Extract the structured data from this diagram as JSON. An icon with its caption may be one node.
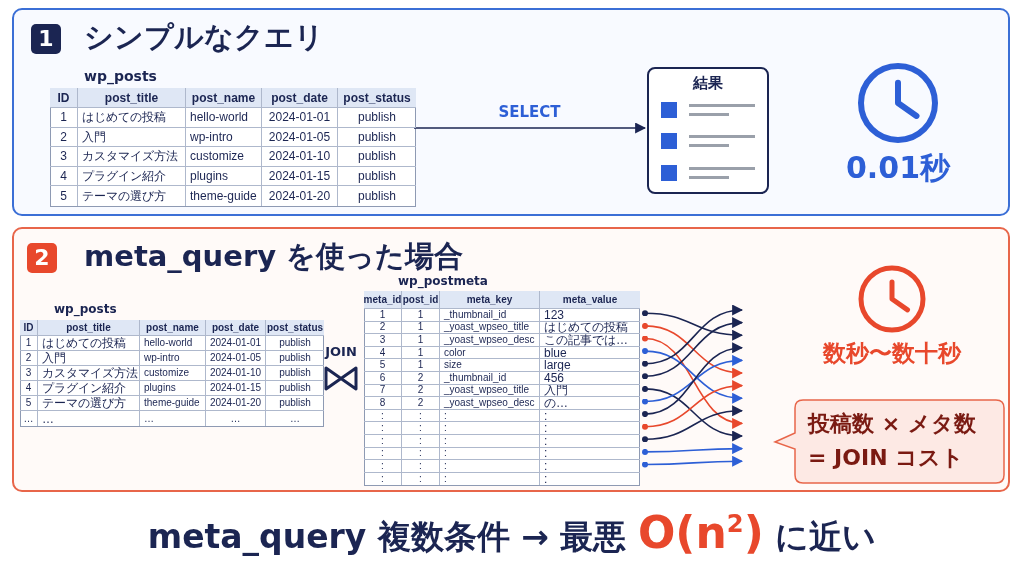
{
  "diagram": {
    "caption": "meta_query 複数条件 → 最悪 **O(n$^{2}$)** に近い",
    "nodes": [
      {
        "text": [
          "1",
          "シンプルなクエリ"
        ]
      },
      {
        "text": [
          "wp_posts",
          "ID",
          "post_title",
          "post_name",
          "post_date",
          "post_status",
          "1",
          "はじめての投稿",
          "hello-world",
          "2024-01-01",
          "publish",
          "2",
          "入門",
          "wp-intro",
          "2024-01-05",
          "publish",
          "3",
          "カスタマイズ方法",
          "customize",
          "2024-01-10",
          "publish",
          "4",
          "プラグイン紹介",
          "plugins",
          "2024-01-15",
          "publish",
          "5",
          "テーマの選び方",
          "theme-guide",
          "2024-01-20",
          "publish"
        ],
        "in": 0
      },
      {
        "text": [
          "結果"
        ],
        "in": 0
      },
      {
        "text": [
          "0.01秒"
        ],
        "in": 0
      },
      {
        "text": [
          "2",
          "meta_query を使った場合"
        ]
      },
      {
        "text": [
          "wp_posts",
          "ID",
          "post_title",
          "post_name",
          "post_date",
          "post_status",
          "1",
          "はじめての投稿",
          "hello-world",
          "2024-01-01",
          "publish",
          "2",
          "入門",
          "wp-intro",
          "2024-01-05",
          "publish",
          "3",
          "カスタマイズ方法",
          "customize",
          "2024-01-10",
          "publish",
          "4",
          "プラグイン紹介",
          "plugins",
          "2024-01-15",
          "publish",
          "5",
          "テーマの選び方",
          "theme-guide",
          "2024-01-20",
          "publish",
          "…",
          "…",
          "…",
          "…",
          "…"
        ],
        "in": 4
      },
      {
        "text": [
          "wp_postmeta",
          "meta_id",
          "post_id",
          "meta_key",
          "meta_value",
          "1",
          "1",
          "_thumbnail_id",
          "123",
          "2",
          "1",
          "_yoast_wpseo_title",
          "はじめての投稿",
          "3",
          "1",
          "_yoast_wpseo_desc",
          "この記事では…",
          "4",
          "1",
          "color",
          "blue",
          "5",
          "1",
          "size",
          "large",
          "6",
          "2",
          "_thumbnail_id",
          "456",
          "7",
          "2",
          "_yoast_wpseo_title",
          "入門",
          "8",
          "2",
          "_yoast_wpseo_desc",
          "の…",
          ":",
          ":",
          ":",
          ":",
          ":",
          ":",
          ":",
          ":",
          ":",
          ":",
          ":",
          ":",
          ":",
          ":",
          ":",
          ":",
          ":",
          ":",
          ":",
          ":",
          ":",
          ":",
          ":",
          ":"
        ],
        "in": 4
      },
      {
        "text": [
          "数秒〜数十秒"
        ],
        "in": 4
      },
      {
        "text": [
          "投稿数 × メタ数 = JOIN コスト"
        ],
        "in": 4
      }
    ],
    "edges": [
      {
        "from": 1,
        "to": 2,
        "arrow": "to",
        "label": "SELECT"
      },
      {
        "from": 6,
        "to": null,
        "arrow": "to"
      },
      {
        "from": 6,
        "to": null,
        "arrow": "to",
        "color": "#e8482c"
      },
      {
        "from": 6,
        "to": null,
        "arrow": "to",
        "color": "#e8482c"
      },
      {
        "from": 6,
        "to": null,
        "arrow": "to",
        "color": "#2d5fd6"
      },
      {
        "from": 6,
        "to": null,
        "arrow": "to"
      },
      {
        "from": 6,
        "to": null,
        "arrow": "to"
      },
      {
        "from": 6,
        "to": null,
        "arrow": "to"
      },
      {
        "from": 6,
        "to": null,
        "arrow": "to",
        "color": "#2d5fd6"
      },
      {
        "from": 6,
        "to": null,
        "arrow": "to"
      },
      {
        "from": 6,
        "to": null,
        "arrow": "to",
        "color": "#e8482c"
      },
      {
        "from": 6,
        "to": null,
        "arrow": "to"
      },
      {
        "from": 6,
        "to": null,
        "arrow": "to",
        "color": "#2d5fd6"
      },
      {
        "from": 6,
        "to": null,
        "arrow": "to",
        "color": "#2d5fd6"
      }
    ],
    "labels": [
      "JOIN"
    ]
  }
}
